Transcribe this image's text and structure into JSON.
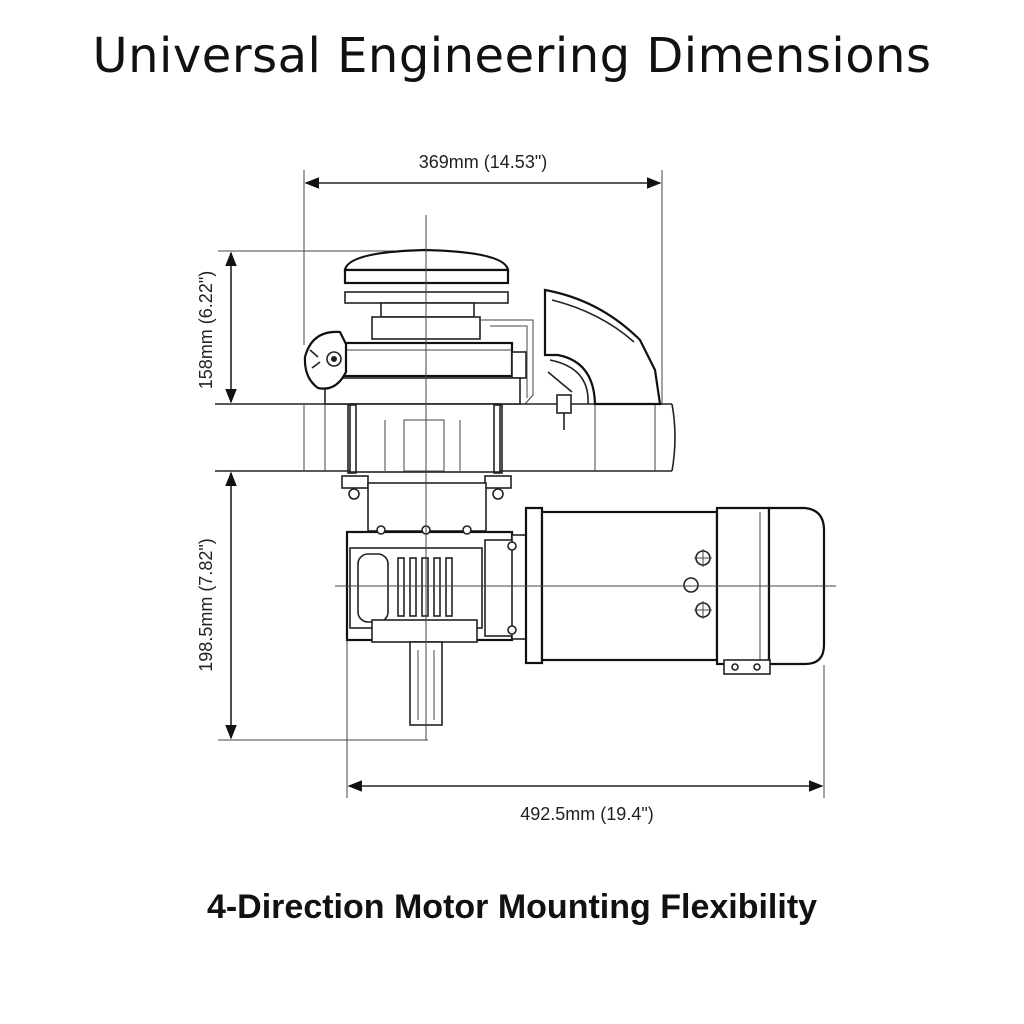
{
  "title": "Universal Engineering Dimensions",
  "subtitle": "4-Direction Motor Mounting Flexibility",
  "dimensions": {
    "top_width": "369mm (14.53\")",
    "upper_height": "158mm (6.22\")",
    "lower_height": "198.5mm (7.82\")",
    "bottom_width": "492.5mm (19.4\")"
  }
}
